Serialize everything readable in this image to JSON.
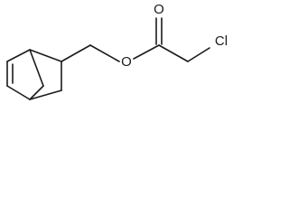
{
  "molecule": {
    "atoms": {
      "carbonyl_oxygen": "O",
      "ester_oxygen": "O",
      "chlorine": "Cl"
    }
  }
}
